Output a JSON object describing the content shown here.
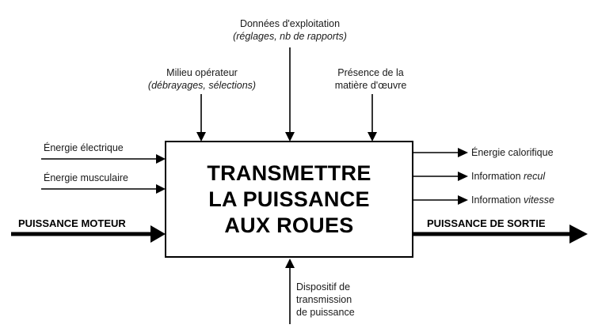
{
  "function_box": {
    "lines": [
      "TRANSMETTRE",
      "LA PUISSANCE",
      "AUX ROUES"
    ]
  },
  "controls_top": [
    {
      "line1": "Milieu opérateur",
      "line2": "(débrayages, sélections)"
    },
    {
      "line1": "Données d'exploitation",
      "line2": "(réglages, nb de rapports)"
    },
    {
      "line1": "Présence de la",
      "line2": "matière d'œuvre"
    }
  ],
  "inputs_left": [
    {
      "label": "Énergie électrique"
    },
    {
      "label": "Énergie musculaire"
    },
    {
      "label": "PUISSANCE MOTEUR"
    }
  ],
  "outputs_right": [
    {
      "label": "Énergie calorifique",
      "emph": ""
    },
    {
      "label": "Information ",
      "emph": "recul"
    },
    {
      "label": "Information ",
      "emph": "vitesse"
    },
    {
      "label": "PUISSANCE DE SORTIE",
      "emph": ""
    }
  ],
  "mechanism_bottom": {
    "lines": [
      "Dispositif de",
      "transmission",
      "de puissance"
    ]
  },
  "colors": {
    "stroke": "#000000",
    "background": "#ffffff"
  }
}
